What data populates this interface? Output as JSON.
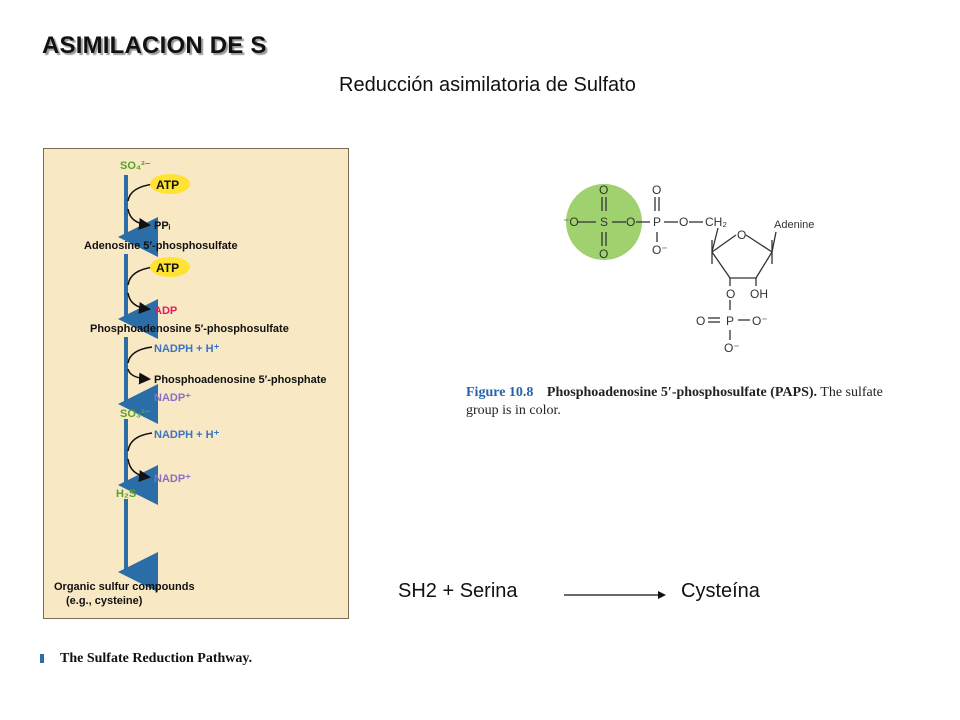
{
  "slide": {
    "title": "ASIMILACION DE S",
    "subtitle": "Reducción asimilatoria de Sulfato"
  },
  "pathway": {
    "caption": "The Sulfate Reduction Pathway.",
    "steps": {
      "sulfate": "SO₄²⁻",
      "atp1": "ATP",
      "ppi": "PPᵢ",
      "aps": "Adenosine 5′-phosphosulfate",
      "atp2": "ATP",
      "adp": "ADP",
      "paps": "Phosphoadenosine 5′-phosphosulfate",
      "nadph1": "NADPH + H⁺",
      "pap": "Phosphoadenosine 5′-phosphate",
      "nadp1": "NADP⁺",
      "sulfite": "SO₃²⁻",
      "nadph2": "NADPH + H⁺",
      "nadp2": "NADP⁺",
      "h2s": "H₂S",
      "organic1": "Organic sulfur compounds",
      "organic2": "(e.g., cysteine)"
    },
    "colors": {
      "panel": "#f8e8c4",
      "arrow": "#2b6ea7",
      "green": "#5aa02c",
      "atp_highlight": "#ffe233",
      "adp": "#e8175d",
      "nadph": "#3a75c4",
      "nadp": "#8a6fc5"
    }
  },
  "paps_structure": {
    "atoms": {
      "o_top1": "O",
      "o_top2": "O",
      "o_minus": "⁻O",
      "s": "S",
      "o_bridge1": "O",
      "p1": "P",
      "o_bridge2": "O",
      "ch2": "CH₂",
      "ring_o": "O",
      "adenine": "Adenine",
      "o_bot1": "O",
      "o_minus2": "O⁻",
      "o_3": "O",
      "oh": "OH",
      "o_dbl": "O",
      "p2": "P",
      "o_minus3": "O⁻",
      "o_minus4": "O⁻"
    },
    "sulfate_color": "#9fd16f"
  },
  "figure_caption": {
    "number": "Figure 10.8",
    "title": "Phosphoadenosine 5′-phosphosulfate (PAPS).",
    "text": "The sulfate group is in color."
  },
  "reaction": {
    "reactant": "SH2 + Serina",
    "product": "Cysteína"
  }
}
